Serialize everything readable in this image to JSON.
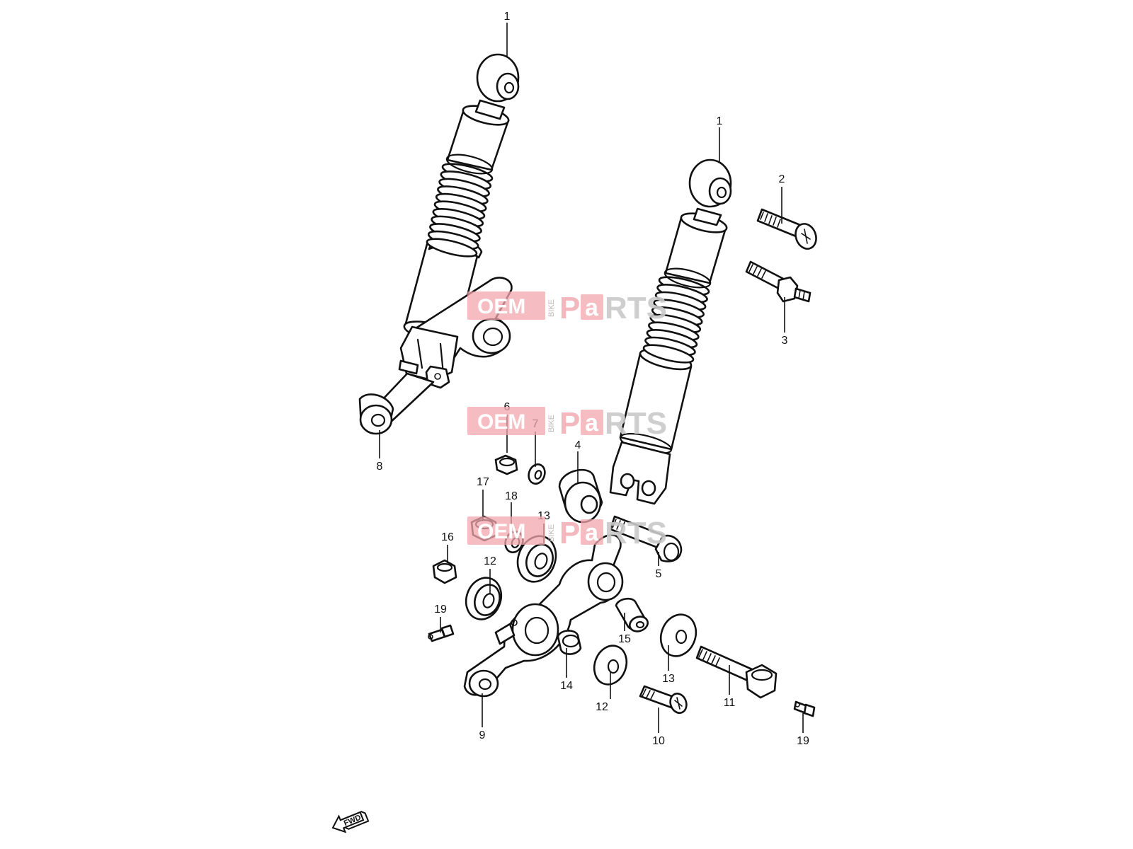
{
  "callouts": [
    "1",
    "1",
    "2",
    "3",
    "4",
    "5",
    "6",
    "7",
    "8",
    "9",
    "10",
    "11",
    "12",
    "12",
    "13",
    "13",
    "14",
    "15",
    "16",
    "17",
    "18",
    "19",
    "19"
  ],
  "watermark": {
    "oem": "OEM",
    "bike": "BIKE",
    "p": "P",
    "a": "a",
    "rts": "RTS",
    "color": "#f1a7ad"
  },
  "fwd_label": "FWD",
  "colors": {
    "line": "#111111",
    "background": "#ffffff"
  }
}
